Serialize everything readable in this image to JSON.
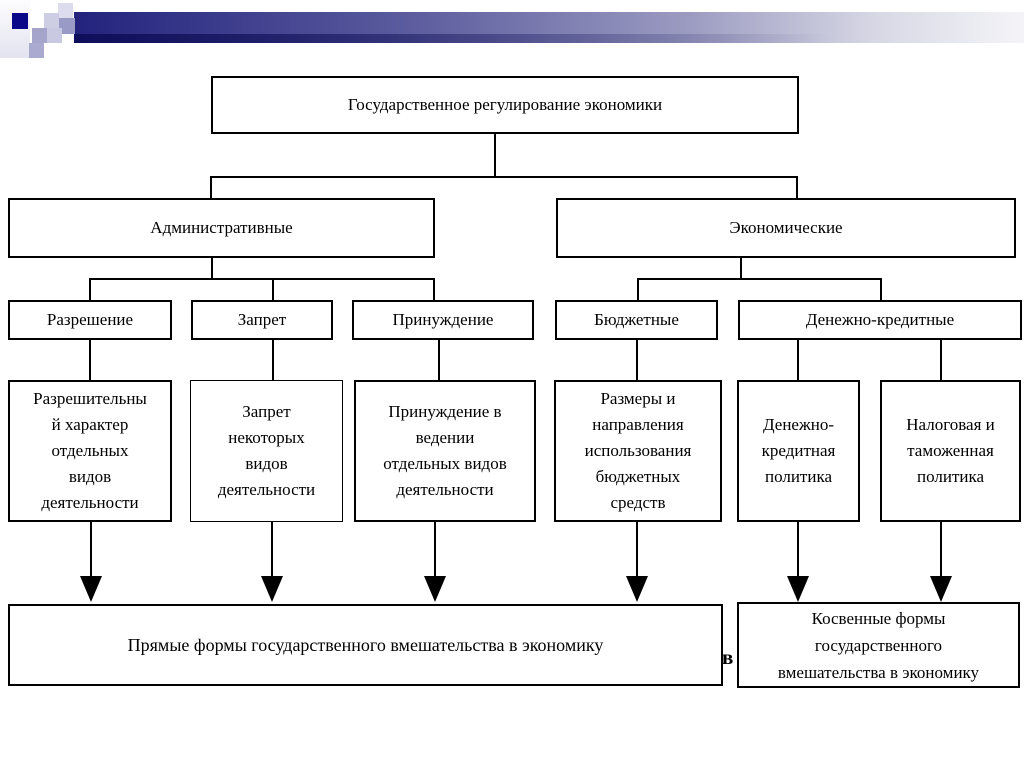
{
  "diagram": {
    "nodes": {
      "root": {
        "label": "Государственное регулирование экономики"
      },
      "administrative": {
        "label": "Административные"
      },
      "economic": {
        "label": "Экономические"
      },
      "permission": {
        "label": "Разрешение"
      },
      "prohibition": {
        "label": "Запрет"
      },
      "coercion": {
        "label": "Принуждение"
      },
      "budgetary": {
        "label": "Бюджетные"
      },
      "monetary_credit": {
        "label": "Денежно-кредитные"
      },
      "permissive_nature": {
        "label": "Разрешительны\nй характер\nотдельных\nвидов\nдеятельности"
      },
      "prohibition_types": {
        "label": "Запрет\nнекоторых\nвидов\nдеятельности"
      },
      "coercion_types": {
        "label": "Принуждение в\nведении\nотдельных видов\nдеятельности"
      },
      "budget_use": {
        "label": "Размеры и\nнаправления\nиспользования\nбюджетных\nсредств"
      },
      "monetary_policy": {
        "label": "Денежно-\nкредитная\nполитика"
      },
      "tax_policy": {
        "label": "Налоговая и\nтаможенная\nполитика"
      },
      "direct_forms": {
        "label": "Прямые формы государственного вмешательства в экономику"
      },
      "indirect_forms": {
        "label": "Косвенные формы\nгосударственного\nвмешательства в экономику"
      }
    },
    "stray_letter": "в"
  },
  "decor": {
    "bar_gradient_start": "#23237e",
    "bar_gradient_end": "#f4f4f8",
    "square_dark": "#0a0a88",
    "square_light": "#dcdcee"
  }
}
